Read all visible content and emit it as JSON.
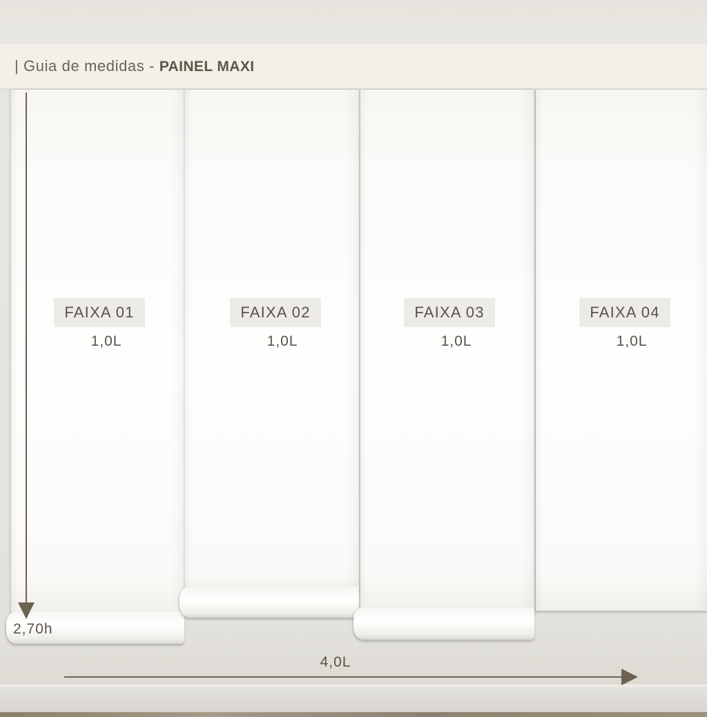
{
  "header": {
    "prefix": "| Guia de medidas - ",
    "title": "PAINEL MAXI"
  },
  "strips": [
    {
      "name": "FAIXA 01",
      "width": "1,0L"
    },
    {
      "name": "FAIXA 02",
      "width": "1,0L"
    },
    {
      "name": "FAIXA 03",
      "width": "1,0L"
    },
    {
      "name": "FAIXA 04",
      "width": "1,0L"
    }
  ],
  "dimensions": {
    "height": "2,70h",
    "total_width": "4,0L"
  },
  "colors": {
    "text": "#5a5346",
    "arrow": "#6b6252",
    "header_bg": "#f2f0e9",
    "label_bg": "#ecebe8"
  }
}
